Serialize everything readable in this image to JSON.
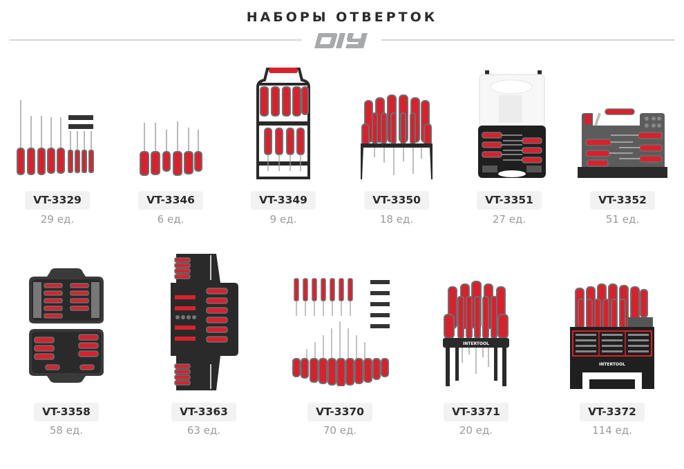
{
  "header": {
    "title": "НАБОРЫ ОТВЕРТОК",
    "logo": "DIY",
    "colors": {
      "title": "#2b2b2b",
      "logo": "#a7a9ab",
      "rule": "#d6d6d6"
    }
  },
  "colors": {
    "handle_red": "#d7222e",
    "handle_grey": "#6d6e70",
    "case_black": "#2a2a2a",
    "case_grey": "#5a5a5a",
    "badge_bg": "#f2f2f2",
    "badge_text": "#2a2a2a",
    "qty_text": "#9a9a9a"
  },
  "products": [
    {
      "sku": "VT-3329",
      "qty": "29 ед.",
      "image": "screwdriver-set-with-bits"
    },
    {
      "sku": "VT-3346",
      "qty": "6 ед.",
      "image": "screwdriver-set"
    },
    {
      "sku": "VT-3349",
      "qty": "9 ед.",
      "image": "screwdriver-set-in-holder"
    },
    {
      "sku": "VT-3350",
      "qty": "18 ед.",
      "image": "screwdriver-set-on-stand"
    },
    {
      "sku": "VT-3351",
      "qty": "27 ед.",
      "image": "screwdriver-set-in-case"
    },
    {
      "sku": "VT-3352",
      "qty": "51 ед.",
      "image": "screwdriver-set-with-ratchet"
    },
    {
      "sku": "VT-3358",
      "qty": "58 ед.",
      "image": "screwdriver-set-in-open-case"
    },
    {
      "sku": "VT-3363",
      "qty": "63 ед.",
      "image": "screwdriver-set-fold-out-case"
    },
    {
      "sku": "VT-3370",
      "qty": "70 ед.",
      "image": "screwdriver-set-with-bit-holders"
    },
    {
      "sku": "VT-3371",
      "qty": "20 ед.",
      "image": "screwdriver-set-on-rack"
    },
    {
      "sku": "VT-3372",
      "qty": "114 ед.",
      "image": "screwdriver-set-on-rack-with-bits"
    }
  ]
}
